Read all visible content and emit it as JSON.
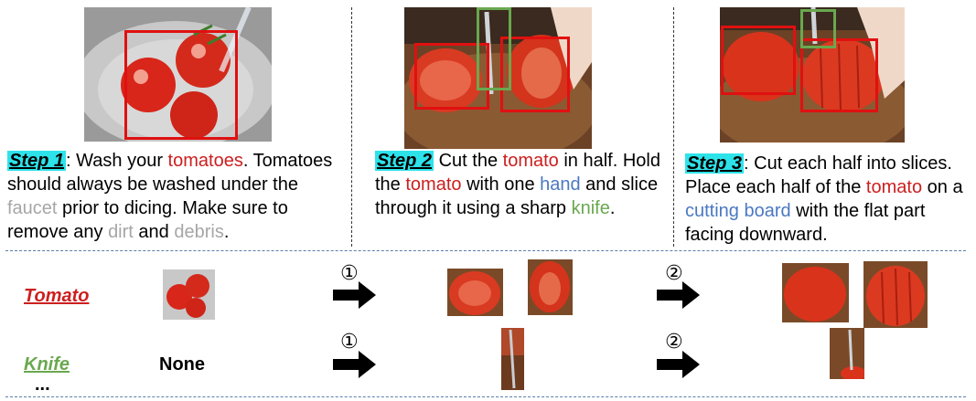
{
  "steps": [
    {
      "label": "Step 1",
      "parts": [
        {
          "t": ": Wash your ",
          "c": ""
        },
        {
          "t": "tomatoes",
          "c": "red"
        },
        {
          "t": ". Tomatoes should always be washed under the ",
          "c": ""
        },
        {
          "t": "faucet",
          "c": "gray"
        },
        {
          "t": " prior to dicing. Make sure to remove any ",
          "c": ""
        },
        {
          "t": "dirt",
          "c": "gray"
        },
        {
          "t": " and ",
          "c": ""
        },
        {
          "t": "debris",
          "c": "gray"
        },
        {
          "t": ".",
          "c": ""
        }
      ]
    },
    {
      "label": "Step 2",
      "parts": [
        {
          "t": " Cut the ",
          "c": ""
        },
        {
          "t": "tomato",
          "c": "red"
        },
        {
          "t": " in half. Hold the ",
          "c": ""
        },
        {
          "t": "tomato",
          "c": "red"
        },
        {
          "t": " with one ",
          "c": ""
        },
        {
          "t": "hand",
          "c": "blue"
        },
        {
          "t": " and slice through it using a sharp ",
          "c": ""
        },
        {
          "t": "knife",
          "c": "green"
        },
        {
          "t": ".",
          "c": ""
        }
      ]
    },
    {
      "label": "Step 3",
      "parts": [
        {
          "t": ": Cut each half into slices. Place each half of the ",
          "c": ""
        },
        {
          "t": "tomato",
          "c": "red"
        },
        {
          "t": " on a ",
          "c": ""
        },
        {
          "t": "cutting board",
          "c": "blue"
        },
        {
          "t": " with the flat part facing downward.",
          "c": ""
        }
      ]
    }
  ],
  "rows": {
    "tomato_label": "Tomato",
    "knife_label": "Knife",
    "knife_none": "None",
    "ellipsis": "...",
    "transition_1": "①",
    "transition_2": "②"
  },
  "colors": {
    "highlight": "#2de3ea",
    "object_red": "#cc1f1f",
    "object_green": "#6aa84f",
    "object_blue": "#4a78c2",
    "object_gray": "#a6a6a6"
  }
}
